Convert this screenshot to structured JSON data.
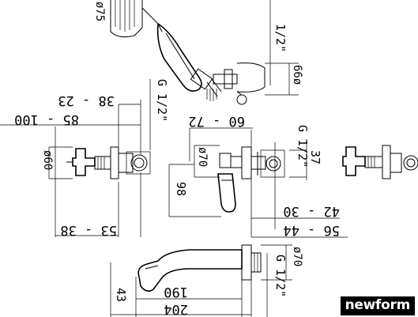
{
  "brand": {
    "name": "newform"
  },
  "dims": {
    "shower_head_dia": "ø75",
    "hose_thread": "1/2\"",
    "hose_conn_height": "66ø",
    "top_valve_thread": "G 1/2\"",
    "d1": "38 - 23",
    "d2": "85 - 100",
    "d3": "53 - 38",
    "d4": "ø60",
    "d5": "60 - 72",
    "d6": "ø70",
    "d7": "98",
    "d8": "G 1/2\"",
    "d9": "37",
    "d10": "42 - 30",
    "d11": "56 - 44",
    "d12": "ø70",
    "d13": "G 1/2\"",
    "d14": "190",
    "d15": "204",
    "d16": "43"
  }
}
